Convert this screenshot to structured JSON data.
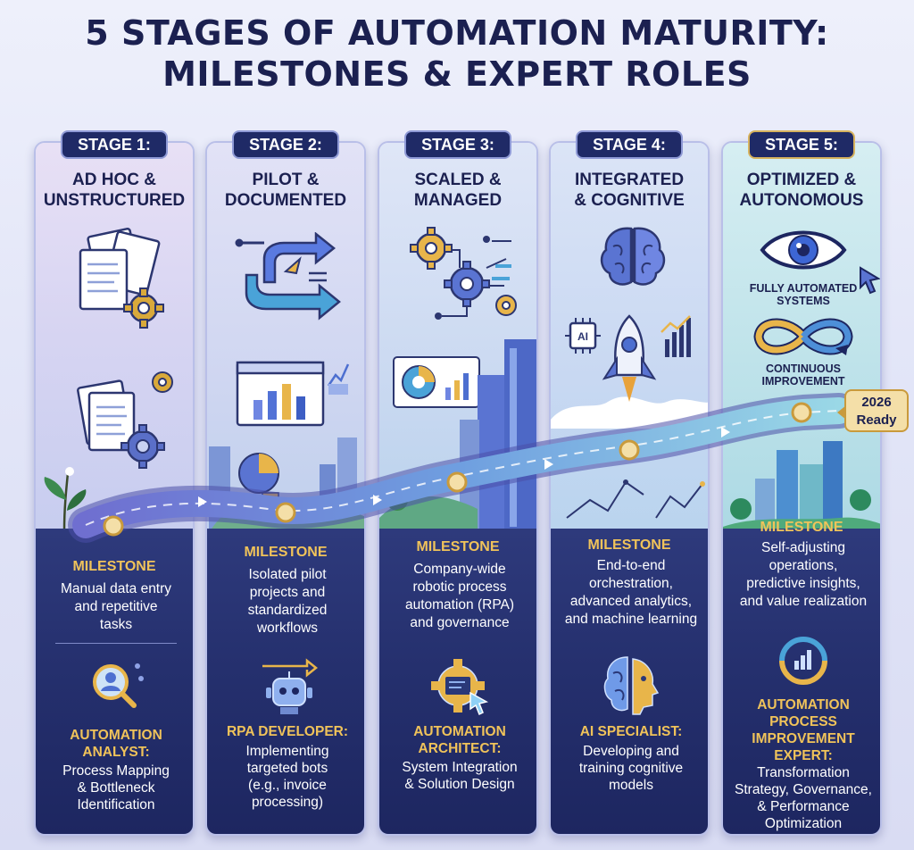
{
  "title": {
    "line1": "5 STAGES OF AUTOMATION MATURITY:",
    "line2": "MILESTONES & EXPERT ROLES"
  },
  "milestone_label": "MILESTONE",
  "stages": [
    {
      "badge": "STAGE 1:",
      "name_line1": "AD HOC &",
      "name_line2": "UNSTRUCTURED",
      "milestone": [
        "Manual data entry",
        "and repetitive",
        "tasks"
      ],
      "role_title": [
        "AUTOMATION",
        "ANALYST:"
      ],
      "role_text": [
        "Process Mapping",
        "& Bottleneck",
        "Identification"
      ]
    },
    {
      "badge": "STAGE 2:",
      "name_line1": "PILOT &",
      "name_line2": "DOCUMENTED",
      "milestone": [
        "Isolated pilot",
        "projects and",
        "standardized",
        "workflows"
      ],
      "role_title": [
        "RPA DEVELOPER:"
      ],
      "role_text": [
        "Implementing",
        "targeted bots",
        "(e.g., invoice",
        "processing)"
      ]
    },
    {
      "badge": "STAGE 3:",
      "name_line1": "SCALED &",
      "name_line2": "MANAGED",
      "milestone": [
        "Company-wide",
        "robotic process",
        "automation (RPA)",
        "and governance"
      ],
      "role_title": [
        "AUTOMATION",
        "ARCHITECT:"
      ],
      "role_text": [
        "System Integration",
        "& Solution Design"
      ]
    },
    {
      "badge": "STAGE 4:",
      "name_line1": "INTEGRATED",
      "name_line2": "& COGNITIVE",
      "milestone": [
        "End-to-end",
        "orchestration,",
        "advanced analytics,",
        "and machine learning"
      ],
      "role_title": [
        "AI SPECIALIST:"
      ],
      "role_text": [
        "Developing and",
        "training cognitive",
        "models"
      ]
    },
    {
      "badge": "STAGE 5:",
      "name_line1": "OPTIMIZED &",
      "name_line2": "AUTONOMOUS",
      "milestone": [
        "Self-adjusting",
        "operations,",
        "predictive insights,",
        "and value realization"
      ],
      "role_title": [
        "AUTOMATION",
        "PROCESS",
        "IMPROVEMENT",
        "EXPERT:"
      ],
      "role_text": [
        "Transformation",
        "Strategy, Governance,",
        "& Performance",
        "Optimization"
      ]
    }
  ],
  "stage5_features": {
    "fully_automated": [
      "FULLY AUTOMATED",
      "SYSTEMS"
    ],
    "continuous": [
      "CONTINUOUS",
      "IMPROVEMENT"
    ]
  },
  "ready_badge": [
    "2026",
    "Ready"
  ],
  "icons": {
    "stage1": [
      "documents-icon",
      "gear-icon",
      "plant-icon"
    ],
    "stage2": [
      "flow-arrows-icon",
      "bar-chart-icon",
      "city-icon"
    ],
    "stage3": [
      "gears-network-icon",
      "pie-chart-icon",
      "skyscraper-icon"
    ],
    "stage4": [
      "brain-icon",
      "ai-chip-icon",
      "rocket-icon",
      "line-chart-icon"
    ],
    "stage5": [
      "eye-icon",
      "cursor-icon",
      "infinity-icon",
      "green-city-icon"
    ],
    "roles": [
      "magnifier-person-icon",
      "robot-icon",
      "gear-cursor-icon",
      "ai-head-icon",
      "cycle-chart-icon"
    ]
  },
  "colors": {
    "navy": "#1f2a66",
    "gold": "#f0c35a",
    "road": "#6f7fd8",
    "title": "#1b2050"
  }
}
